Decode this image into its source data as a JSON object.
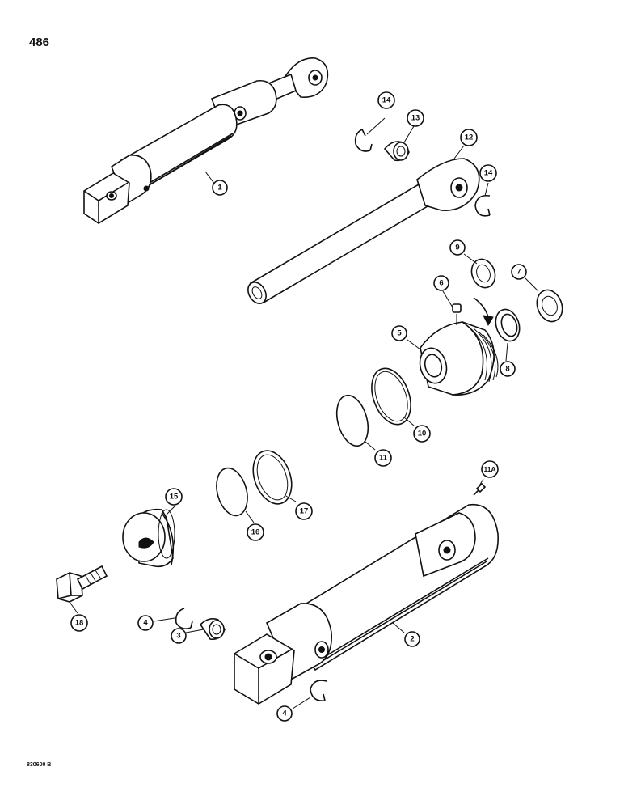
{
  "page": {
    "number": "486",
    "drawing_code": "830600 B"
  },
  "callouts": [
    {
      "id": "c1",
      "label": "1"
    },
    {
      "id": "c2",
      "label": "2"
    },
    {
      "id": "c3",
      "label": "3"
    },
    {
      "id": "c4a",
      "label": "4"
    },
    {
      "id": "c4b",
      "label": "4"
    },
    {
      "id": "c5",
      "label": "5"
    },
    {
      "id": "c6",
      "label": "6"
    },
    {
      "id": "c7",
      "label": "7"
    },
    {
      "id": "c8",
      "label": "8"
    },
    {
      "id": "c9",
      "label": "9"
    },
    {
      "id": "c10",
      "label": "10"
    },
    {
      "id": "c11",
      "label": "11"
    },
    {
      "id": "c11a",
      "label": "11A"
    },
    {
      "id": "c12",
      "label": "12"
    },
    {
      "id": "c13",
      "label": "13"
    },
    {
      "id": "c14a",
      "label": "14"
    },
    {
      "id": "c14b",
      "label": "14"
    },
    {
      "id": "c15",
      "label": "15"
    },
    {
      "id": "c16",
      "label": "16"
    },
    {
      "id": "c17",
      "label": "17"
    },
    {
      "id": "c18",
      "label": "18"
    }
  ]
}
